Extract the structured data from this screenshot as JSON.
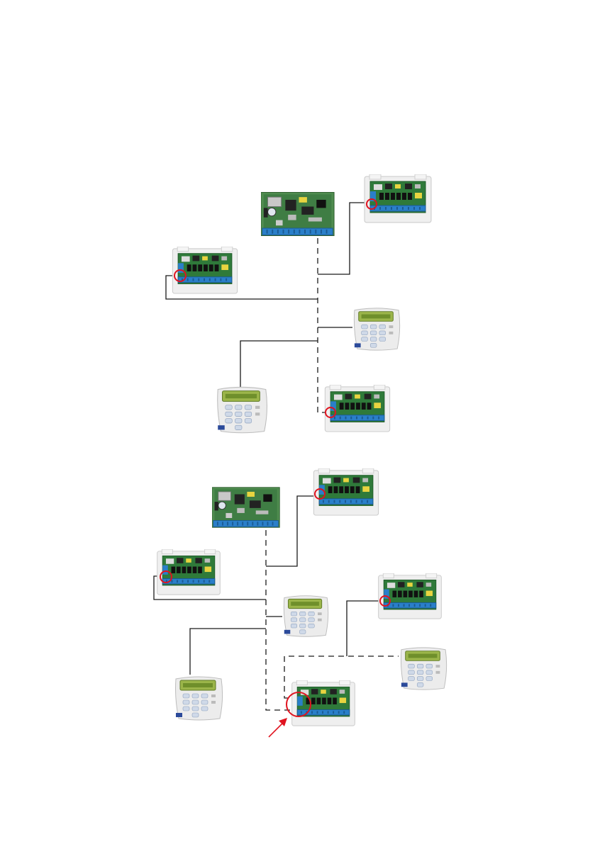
{
  "colors": {
    "wire": "#1a1a1a",
    "highlight_circle": "#e0131f",
    "arrow": "#e0131f",
    "pcb": "#2f7a3a",
    "pcb_dark": "#1f5c2a",
    "terminal": "#2a7fc9",
    "enclosure": "#eeeeee",
    "keypad_body": "#ececec",
    "keypad_screen": "#9bb54a",
    "keypad_keys": "#cfd9e8",
    "keypad_brand": "#2b4a9a"
  },
  "diagram_top": {
    "devices": [
      "control-panel",
      "expander-top-right",
      "expander-left",
      "keypad-right",
      "keypad-left",
      "expander-bottom"
    ]
  },
  "diagram_bottom": {
    "devices": [
      "control-panel",
      "expander-top-right",
      "expander-left",
      "keypad-center",
      "keypad-left",
      "expander-right",
      "keypad-far-right",
      "expander-bottom"
    ]
  },
  "keypad": {
    "brand_text": "PAR"
  }
}
